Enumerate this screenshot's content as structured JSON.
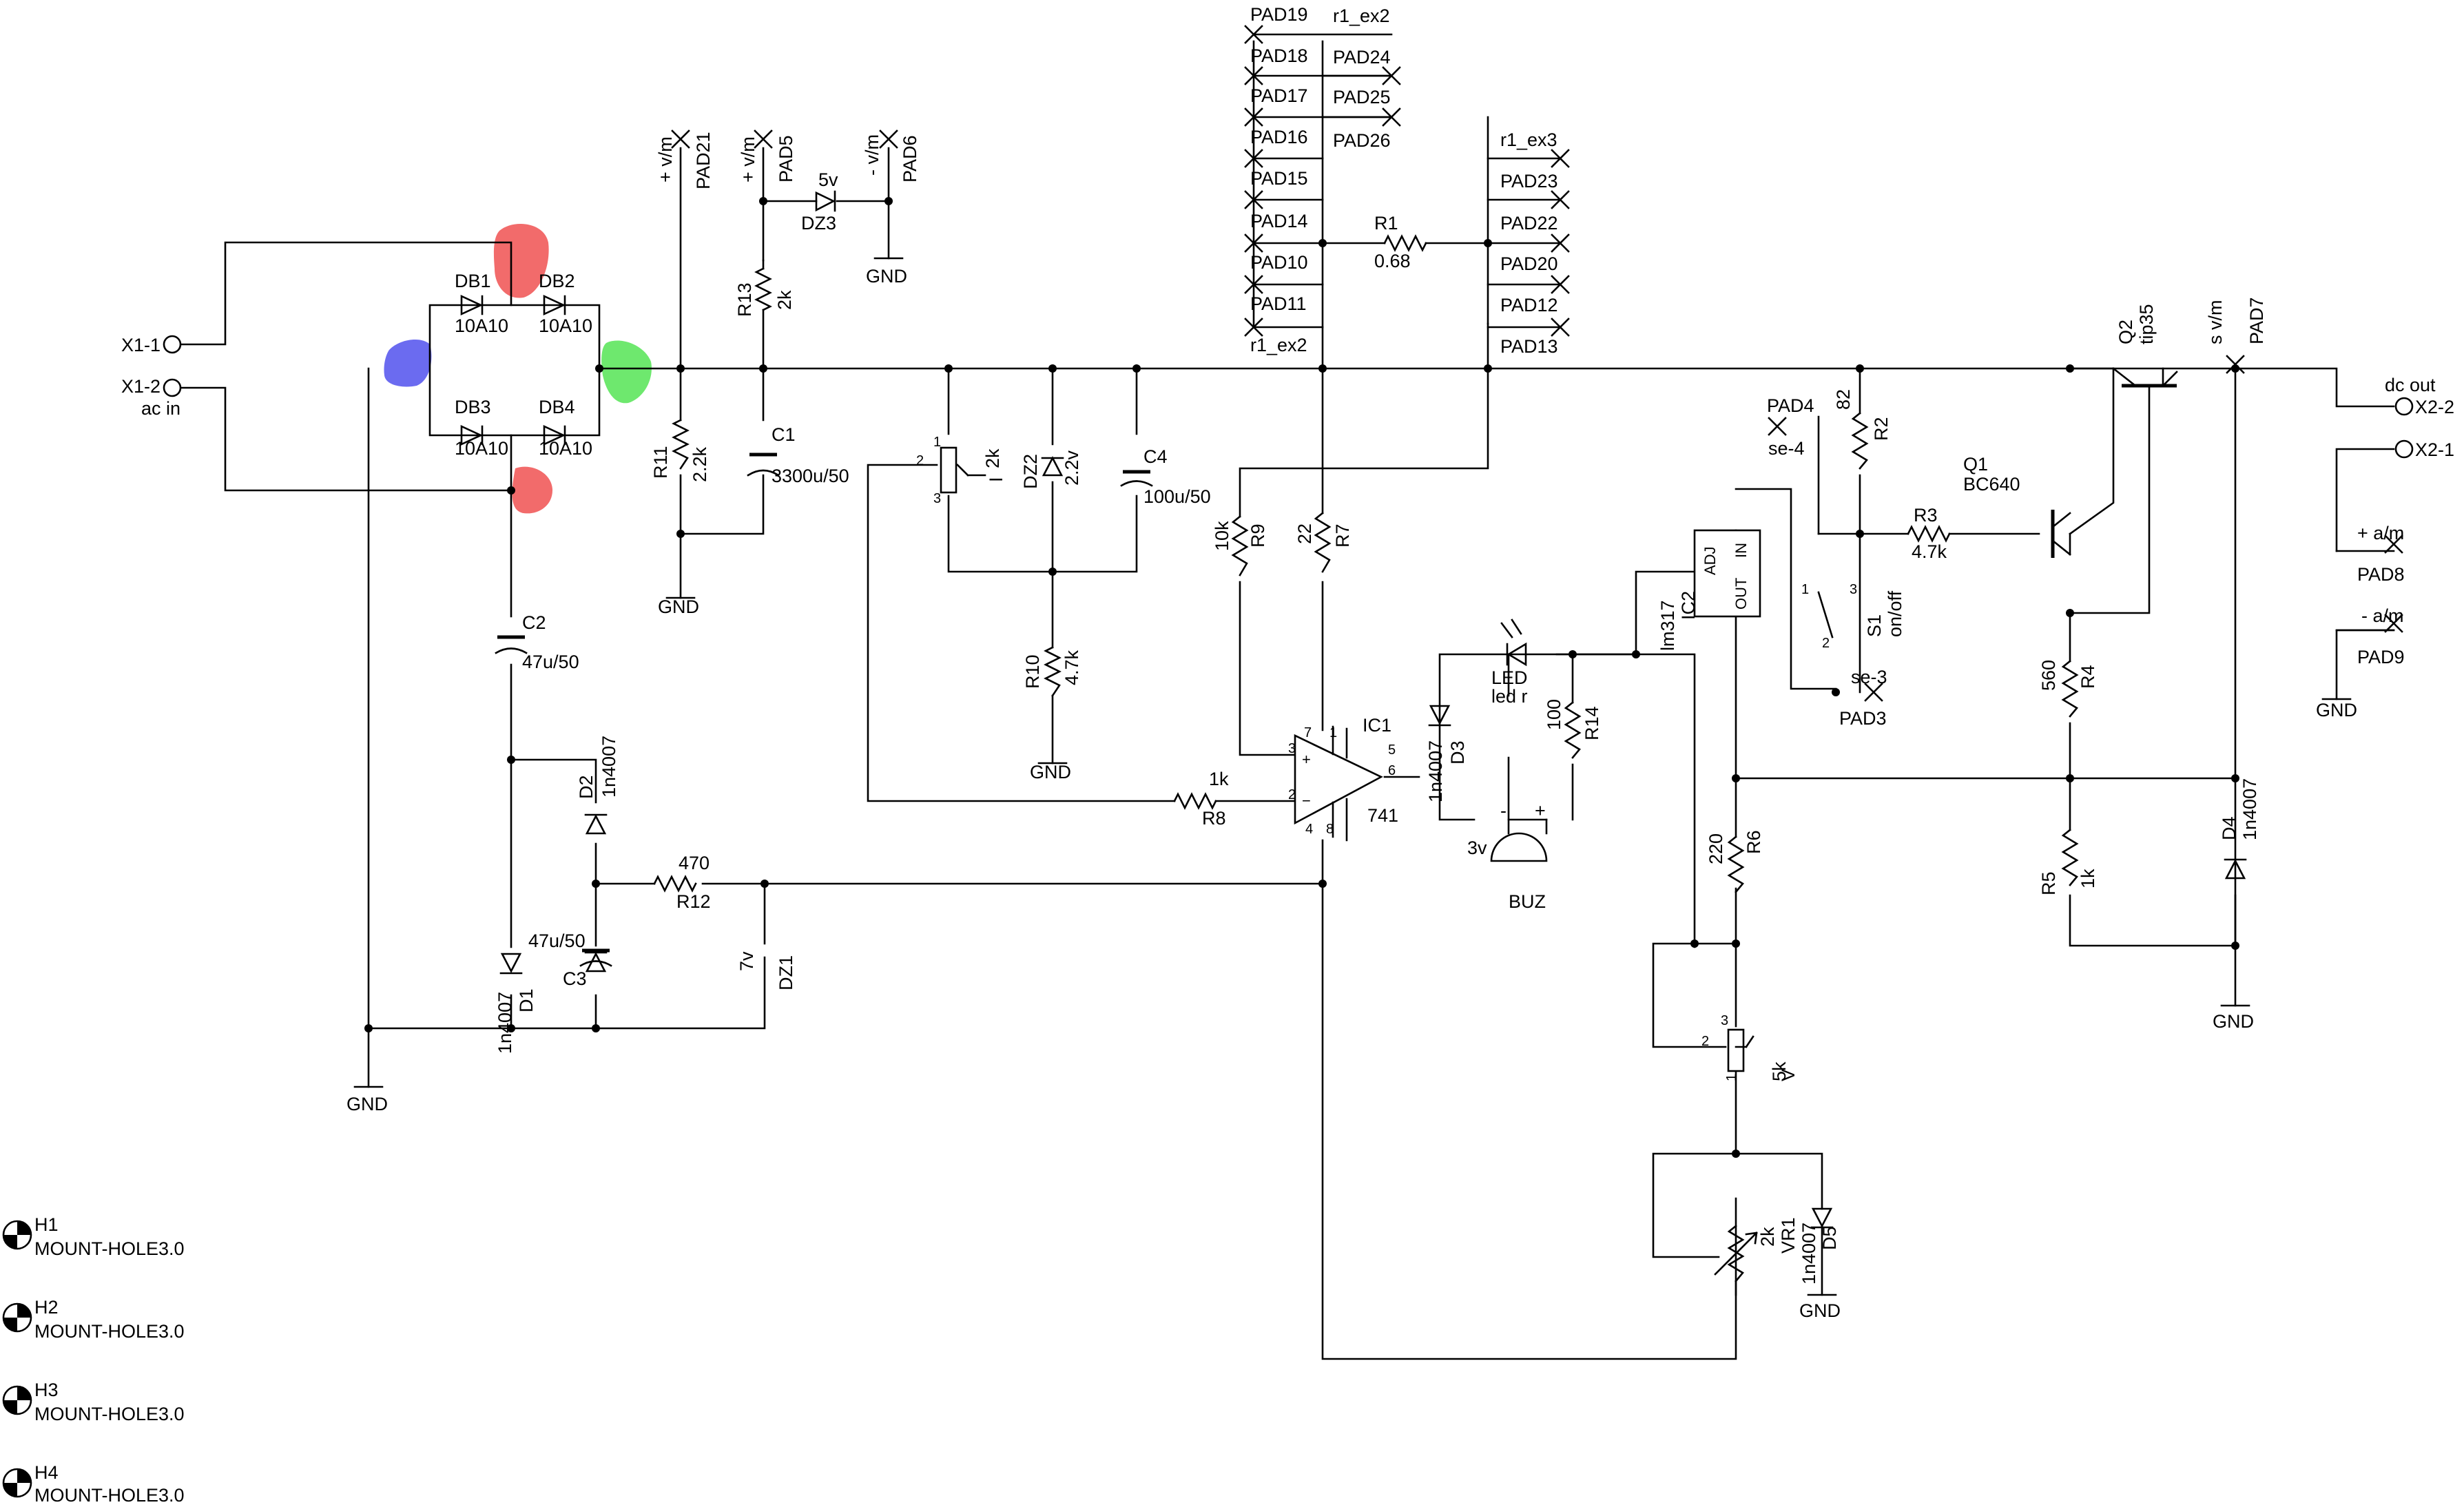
{
  "bridge": {
    "db1": {
      "ref": "DB1",
      "value": "10A10"
    },
    "db2": {
      "ref": "DB2",
      "value": "10A10"
    },
    "db3": {
      "ref": "DB3",
      "value": "10A10"
    },
    "db4": {
      "ref": "DB4",
      "value": "10A10"
    }
  },
  "connectors": {
    "x1_1": "X1-1",
    "x1_2": "X1-2",
    "ac_in": "ac in",
    "x2_2": "X2-2",
    "x2_1": "X2-1",
    "dc_out": "dc out"
  },
  "pads": {
    "pad21": "PAD21",
    "pad21_net": "+ v/m",
    "pad5": "PAD5",
    "pad5_net": "+ v/m",
    "pad6": "PAD6",
    "pad6_net": "- v/m",
    "pad19": "PAD19",
    "pad18": "PAD18",
    "pad17": "PAD17",
    "pad16": "PAD16",
    "pad15": "PAD15",
    "pad14": "PAD14",
    "pad10": "PAD10",
    "pad11": "PAD11",
    "pad24": "PAD24",
    "pad25": "PAD25",
    "pad26": "PAD26",
    "pad23": "PAD23",
    "pad22": "PAD22",
    "pad20": "PAD20",
    "pad12": "PAD12",
    "pad13": "PAD13",
    "r1_ex2_top": "r1_ex2",
    "r1_ex2_bottom": "r1_ex2",
    "r1_ex3": "r1_ex3",
    "pad4": "PAD4",
    "se4": "se-4",
    "pad3": "PAD3",
    "se3": "se-3",
    "pad7": "PAD7",
    "pad7_net": "s v/m",
    "pad8": "PAD8",
    "pad8_net": "+ a/m",
    "pad9": "PAD9",
    "pad9_net": "- a/m"
  },
  "components": {
    "dz3": {
      "ref": "DZ3",
      "value": "5v"
    },
    "r13": {
      "ref": "R13",
      "value": "2k"
    },
    "r11": {
      "ref": "R11",
      "value": "2.2k"
    },
    "c1": {
      "ref": "C1",
      "value": "3300u/50"
    },
    "pot_i": {
      "value": "2k",
      "label": "I",
      "pin1": "1",
      "pin2": "2",
      "pin3": "3"
    },
    "dz2": {
      "ref": "DZ2",
      "value": "2.2v"
    },
    "c4": {
      "ref": "C4",
      "value": "100u/50"
    },
    "r10": {
      "ref": "R10",
      "value": "4.7k"
    },
    "r1": {
      "ref": "R1",
      "value": "0.68"
    },
    "r9": {
      "ref": "R9",
      "value": "10k"
    },
    "r7": {
      "ref": "R7",
      "value": "22"
    },
    "r8": {
      "ref": "R8",
      "value": "1k"
    },
    "ic1": {
      "ref": "IC1",
      "value": "741",
      "pins": [
        "7",
        "1",
        "5",
        "6",
        "3",
        "2",
        "4",
        "8"
      ]
    },
    "c2": {
      "ref": "C2",
      "value": "47u/50"
    },
    "d2": {
      "ref": "D2",
      "value": "1n4007"
    },
    "r12": {
      "ref": "R12",
      "value": "470"
    },
    "c3": {
      "ref": "C3",
      "value": "47u/50"
    },
    "dz1": {
      "ref": "DZ1",
      "value": "7v"
    },
    "d1": {
      "ref": "D1",
      "value": "1n4007"
    },
    "d3": {
      "ref": "D3",
      "value": "1n4007"
    },
    "led": {
      "ref": "LED",
      "value": "led r"
    },
    "r14": {
      "ref": "R14",
      "value": "100"
    },
    "buz": {
      "ref": "BUZ",
      "value": "3v",
      "minus": "-",
      "plus": "+"
    },
    "ic2": {
      "ref": "IC2",
      "value": "lm317",
      "adj": "ADJ",
      "in": "IN",
      "out": "OUT"
    },
    "r2": {
      "ref": "R2",
      "value": "82"
    },
    "r3": {
      "ref": "R3",
      "value": "4.7k"
    },
    "q1": {
      "ref": "Q1",
      "value": "BC640"
    },
    "q2": {
      "ref": "Q2",
      "value": "tip35"
    },
    "s1": {
      "ref": "S1",
      "value": "on/off",
      "pin1": "1",
      "pin2": "2",
      "pin3": "3"
    },
    "r4": {
      "ref": "R4",
      "value": "560"
    },
    "r6": {
      "ref": "R6",
      "value": "220"
    },
    "r5": {
      "ref": "R5",
      "value": "1k"
    },
    "d4": {
      "ref": "D4",
      "value": "1n4007"
    },
    "pot_v": {
      "value": "5k",
      "label": "V",
      "pin1": "1",
      "pin2": "2",
      "pin3": "3"
    },
    "vr1": {
      "ref": "VR1",
      "value": "2k"
    },
    "d5": {
      "ref": "D5",
      "value": "1n4007"
    }
  },
  "gnd_label": "GND",
  "mount_holes": [
    {
      "ref": "H1",
      "value": "MOUNT-HOLE3.0"
    },
    {
      "ref": "H2",
      "value": "MOUNT-HOLE3.0"
    },
    {
      "ref": "H3",
      "value": "MOUNT-HOLE3.0"
    },
    {
      "ref": "H4",
      "value": "MOUNT-HOLE3.0"
    }
  ],
  "colors": {
    "wire": "#000000",
    "marker_red": "#f26b6b",
    "marker_blue": "#6b6bf0",
    "marker_green": "#6ee86e",
    "background": "#ffffff"
  }
}
